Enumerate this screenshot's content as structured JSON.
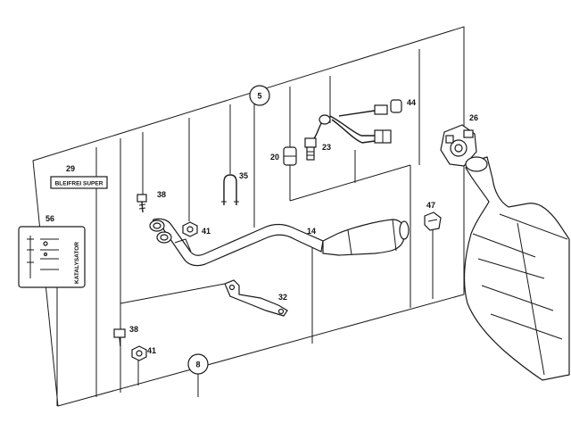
{
  "callouts": {
    "c5": "5",
    "c8": "8",
    "c14": "14",
    "c20": "20",
    "c23": "23",
    "c26": "26",
    "c29": "29",
    "c32": "32",
    "c35": "35",
    "c38a": "38",
    "c38b": "38",
    "c41a": "41",
    "c41b": "41",
    "c44": "44",
    "c47": "47",
    "c56": "56"
  },
  "labels": {
    "sticker_text": "BLEIFREI SUPER",
    "plate_text": "KATALYSATOR"
  },
  "colors": {
    "line": "#1a1a1a",
    "background": "#ffffff"
  }
}
